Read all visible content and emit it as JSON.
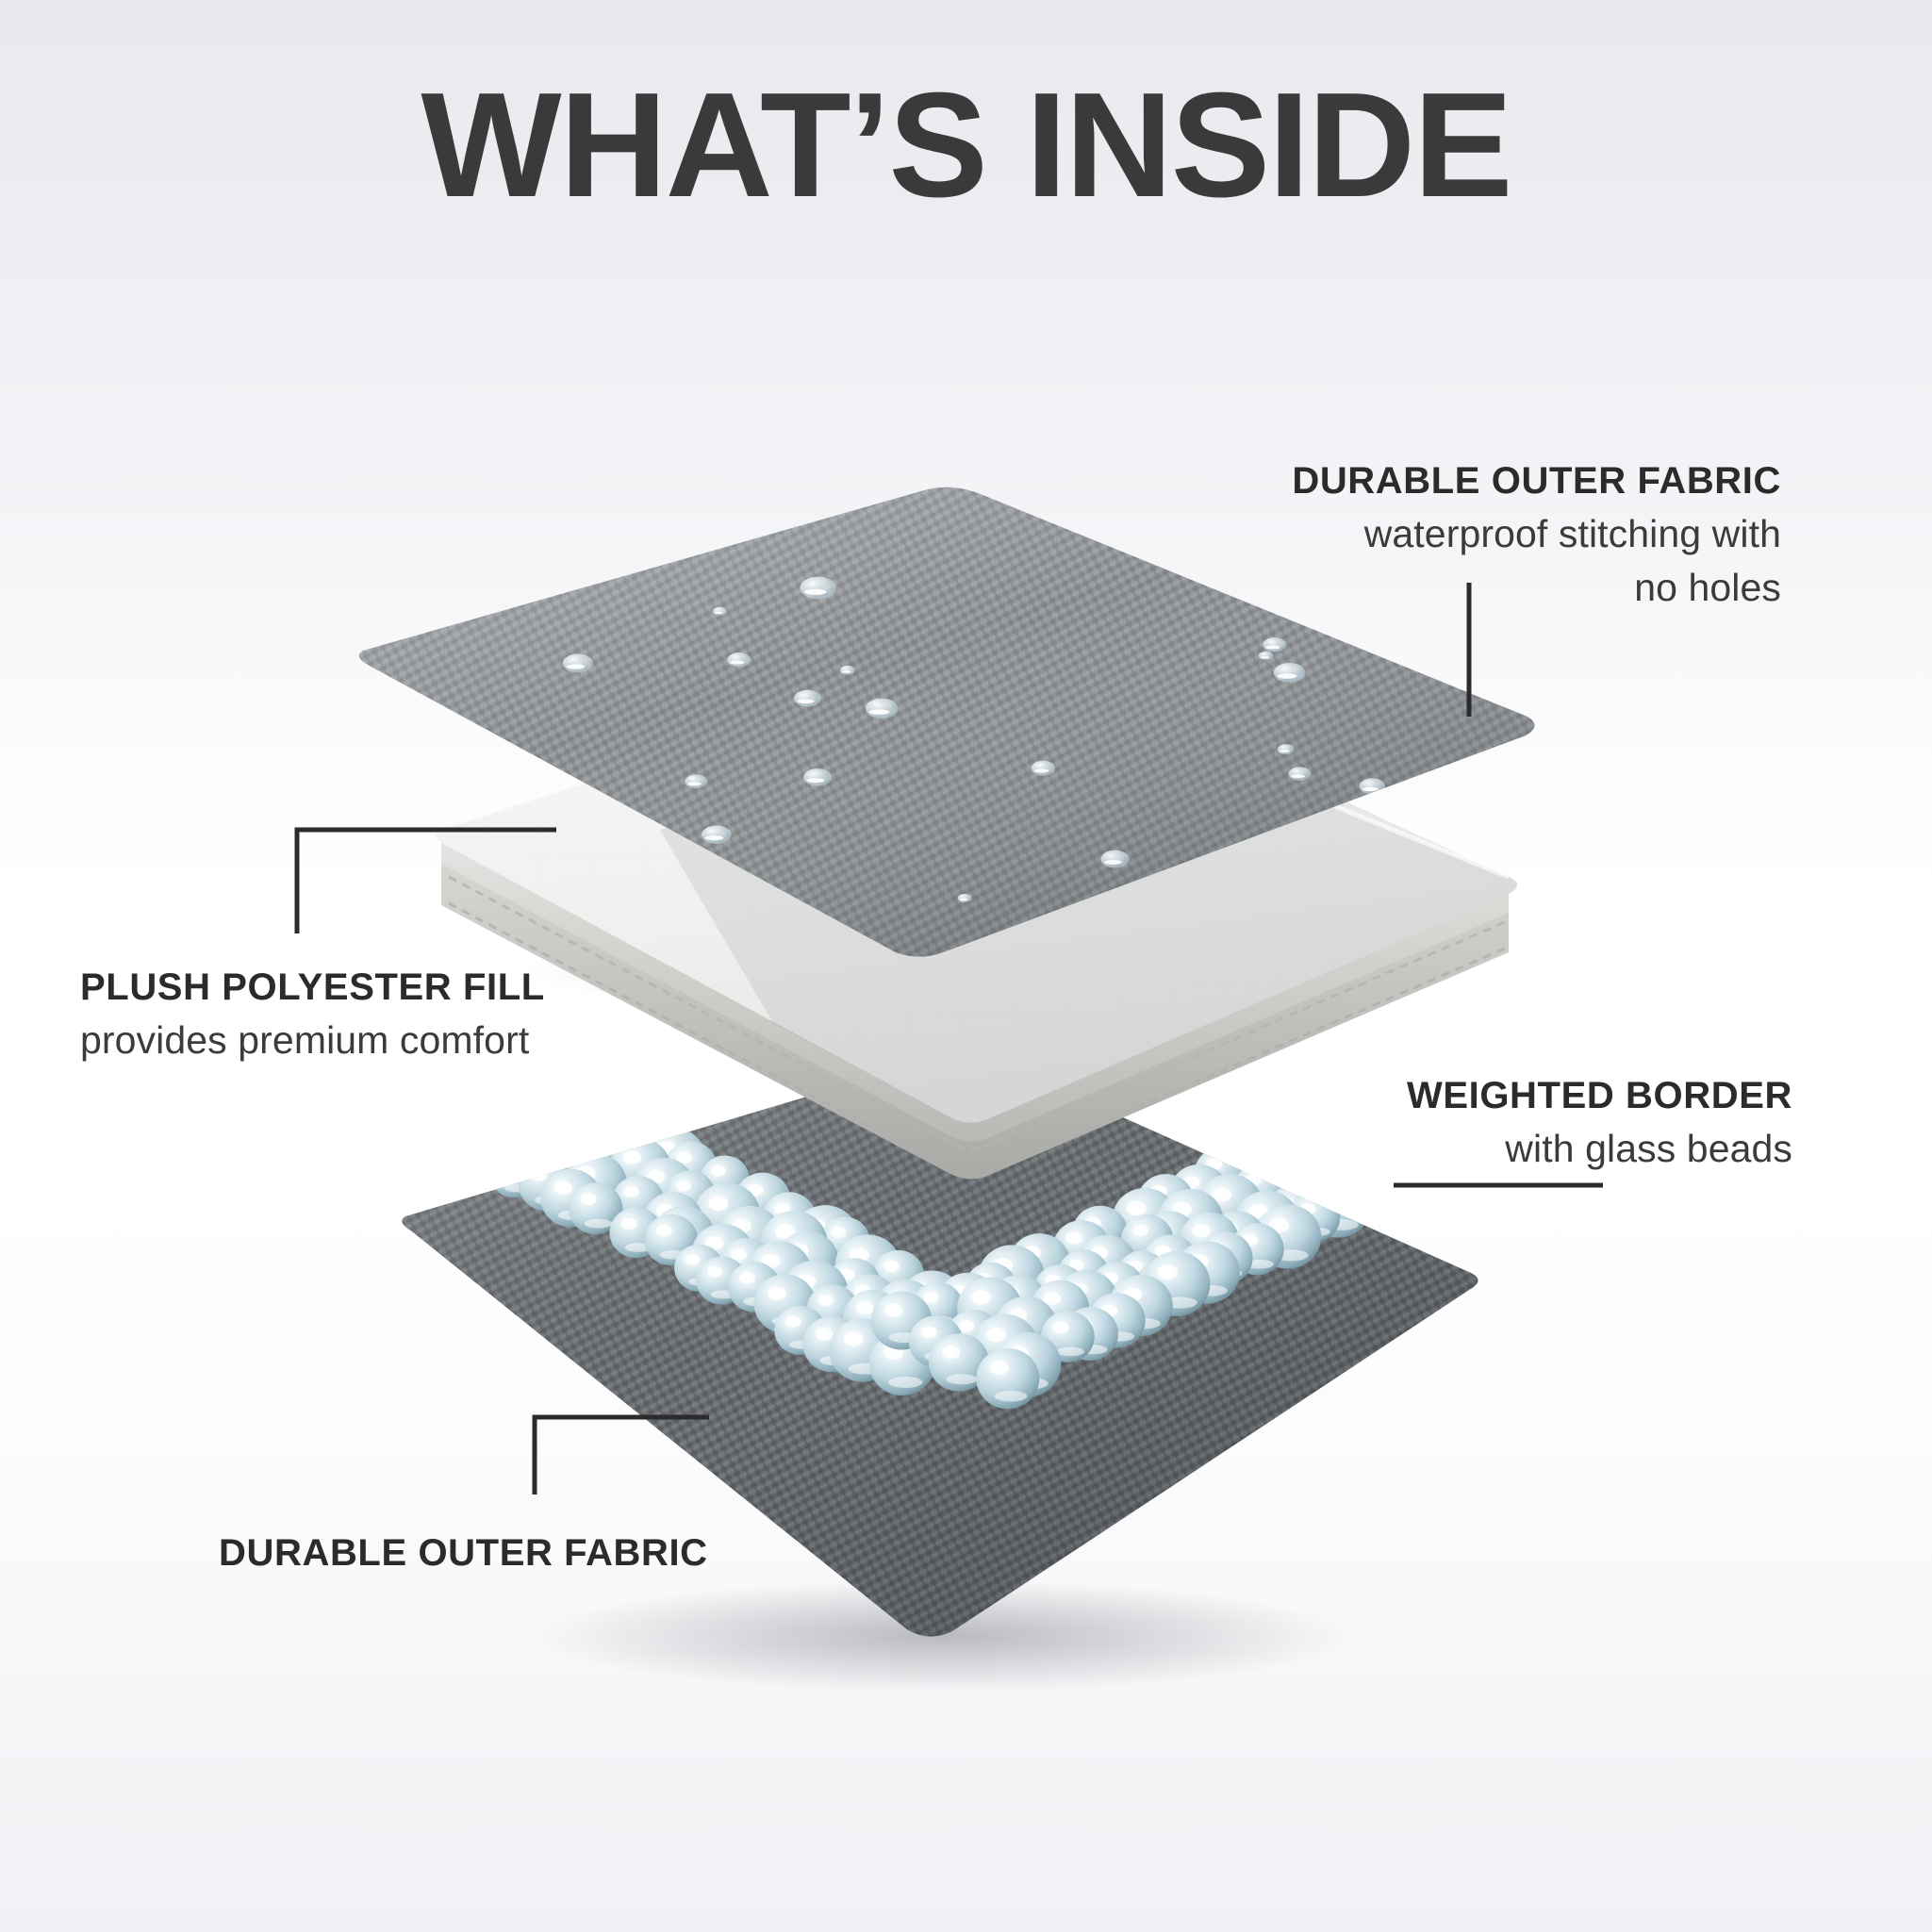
{
  "page": {
    "title": "WHAT’S INSIDE",
    "background_top": "#e8eaef",
    "background_bottom": "#f0f1f5",
    "text_color": "#2b2b2b"
  },
  "callouts": [
    {
      "id": "durable-outer-fabric-top",
      "title": "DURABLE OUTER FABRIC",
      "subtitle_line1": "waterproof stitching with",
      "subtitle_line2": "no holes",
      "align": "right",
      "leader": "vertical-down"
    },
    {
      "id": "plush-polyester-fill",
      "title": "PLUSH POLYESTER FILL",
      "subtitle_line1": "provides premium comfort",
      "subtitle_line2": "",
      "align": "left",
      "leader": "elbow-up-right"
    },
    {
      "id": "weighted-border",
      "title": "WEIGHTED BORDER",
      "subtitle_line1": "with glass beads",
      "subtitle_line2": "",
      "align": "right",
      "leader": "horizontal-left"
    },
    {
      "id": "durable-outer-fabric-bottom",
      "title": "DURABLE OUTER FABRIC",
      "subtitle_line1": "",
      "subtitle_line2": "",
      "align": "left",
      "leader": "elbow-up-right"
    }
  ],
  "layers": [
    {
      "id": "top-fabric",
      "name": "durable outer fabric",
      "color": "#8a8d90",
      "color_dark": "#6e7275",
      "accent": "water-droplets"
    },
    {
      "id": "fill",
      "name": "plush polyester fill",
      "color": "#f2f2f1",
      "color_dark": "#c9c9c7",
      "accent": "stitched-edges"
    },
    {
      "id": "bottom-fabric",
      "name": "durable outer fabric",
      "color": "#6f7376",
      "color_dark": "#55595c",
      "accent": "glass-beads"
    }
  ],
  "beads": {
    "label": "glass beads",
    "color": "#b9d3de",
    "highlight": "#ffffff"
  }
}
